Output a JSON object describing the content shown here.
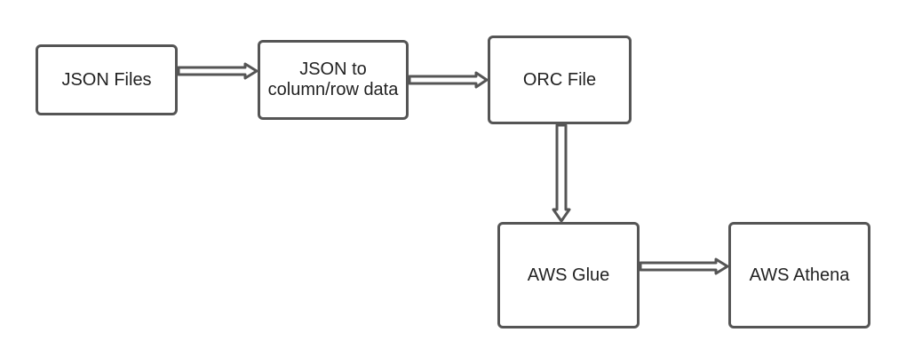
{
  "diagram": {
    "nodes": [
      {
        "id": "json-files",
        "label": "JSON Files"
      },
      {
        "id": "json-to-col",
        "label": "JSON to column/row data"
      },
      {
        "id": "orc-file",
        "label": "ORC File"
      },
      {
        "id": "aws-glue",
        "label": "AWS Glue"
      },
      {
        "id": "aws-athena",
        "label": "AWS Athena"
      }
    ],
    "edges": [
      {
        "from": "json-files",
        "to": "json-to-col"
      },
      {
        "from": "json-to-col",
        "to": "orc-file"
      },
      {
        "from": "orc-file",
        "to": "aws-glue"
      },
      {
        "from": "aws-glue",
        "to": "aws-athena"
      }
    ],
    "colors": {
      "stroke": "#555555",
      "text": "#222222",
      "background": "#ffffff"
    }
  }
}
